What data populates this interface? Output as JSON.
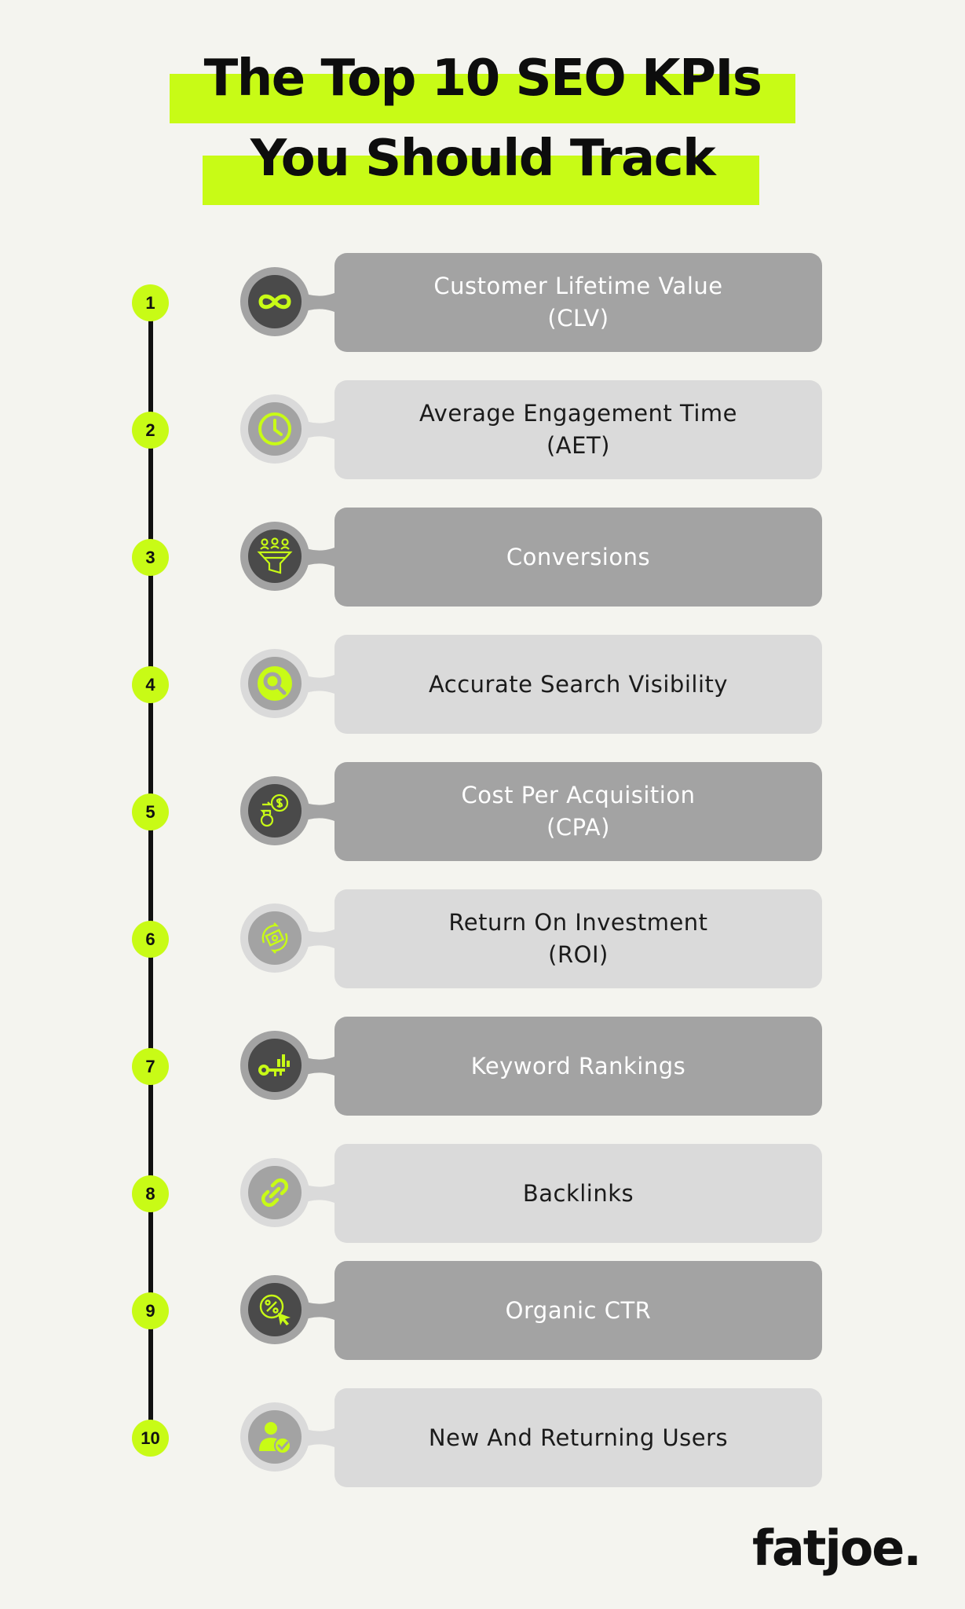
{
  "title": {
    "line1": "The Top 10 SEO KPIs",
    "line2": "You Should Track"
  },
  "accent_color": "#c8fb16",
  "items": [
    {
      "number": "1",
      "label": "Customer Lifetime Value\n(CLV)",
      "icon": "infinity-icon",
      "theme": "dark"
    },
    {
      "number": "2",
      "label": "Average Engagement Time\n(AET)",
      "icon": "clock-icon",
      "theme": "light"
    },
    {
      "number": "3",
      "label": "Conversions",
      "icon": "funnel-people-icon",
      "theme": "dark"
    },
    {
      "number": "4",
      "label": "Accurate Search Visibility",
      "icon": "magnifier-icon",
      "theme": "light"
    },
    {
      "number": "5",
      "label": "Cost Per Acquisition\n(CPA)",
      "icon": "dollar-exchange-icon",
      "theme": "dark"
    },
    {
      "number": "6",
      "label": "Return On Investment\n(ROI)",
      "icon": "money-cycle-icon",
      "theme": "light"
    },
    {
      "number": "7",
      "label": "Keyword Rankings",
      "icon": "key-chart-icon",
      "theme": "dark"
    },
    {
      "number": "8",
      "label": "Backlinks",
      "icon": "chain-link-icon",
      "theme": "light"
    },
    {
      "number": "9",
      "label": "Organic CTR",
      "icon": "percent-cursor-icon",
      "theme": "dark"
    },
    {
      "number": "10",
      "label": "New And Returning Users",
      "icon": "user-check-icon",
      "theme": "light"
    }
  ],
  "brand": {
    "logo_text": "fatjoe."
  }
}
